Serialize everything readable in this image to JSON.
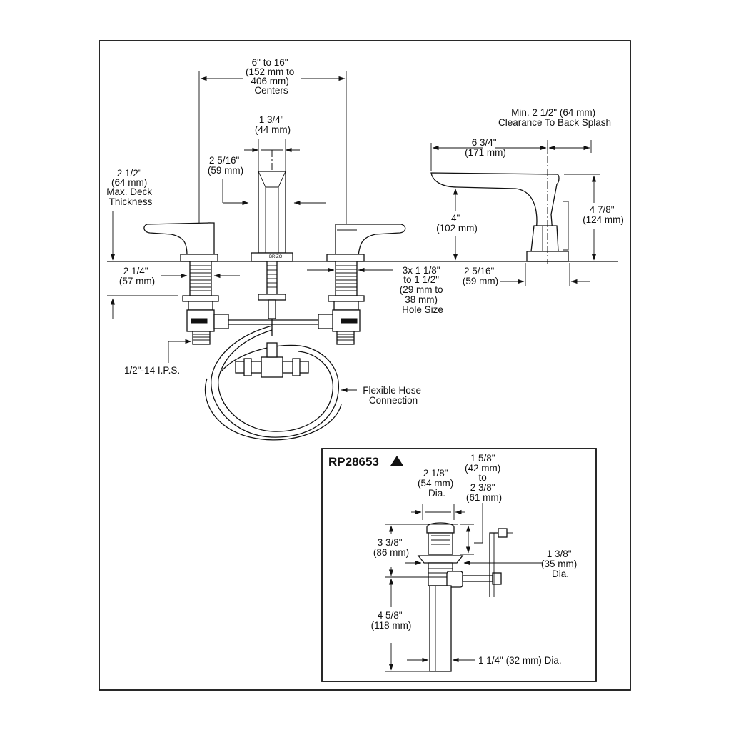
{
  "labels": {
    "centers": [
      "6\" to 16\"",
      "(152 mm to",
      "406 mm)",
      "Centers"
    ],
    "spout_width": [
      "1 3/4\"",
      "(44 mm)"
    ],
    "spout_depth": [
      "2 5/16\"",
      "(59 mm)"
    ],
    "deck_thickness": [
      "2 1/2\"",
      "(64 mm)",
      "Max. Deck",
      "Thickness"
    ],
    "shank_width": [
      "2 1/4\"",
      "(57 mm)"
    ],
    "hole_size": [
      "3x 1 1/8\"",
      "to 1 1/2\"",
      "(29 mm to",
      "38 mm)",
      "Hole Size"
    ],
    "base_depth": [
      "2 5/16\"",
      "(59 mm)"
    ],
    "back_splash": [
      "Min. 2 1/2\" (64 mm)",
      "Clearance To Back Splash"
    ],
    "spout_reach": [
      "6 3/4\"",
      "(171 mm)"
    ],
    "spout_outlet_height": [
      "4\"",
      "(102 mm)"
    ],
    "spout_height": [
      "4 7/8\"",
      "(124 mm)"
    ],
    "thread": "1/2\"-14 I.P.S.",
    "hose": [
      "Flexible Hose",
      "Connection"
    ]
  },
  "drain": {
    "model": "RP28653",
    "cap_dia": [
      "2 1/8\"",
      "(54 mm)",
      "Dia."
    ],
    "lift": [
      "1 5/8\"",
      "(42 mm)",
      "to",
      "2 3/8\"",
      "(61 mm)"
    ],
    "upper_height": [
      "3 3/8\"",
      "(86 mm)"
    ],
    "lower_height": [
      "4 5/8\"",
      "(118 mm)"
    ],
    "body_dia": [
      "1 3/8\"",
      "(35 mm)",
      "Dia."
    ],
    "tail_dia": "1 1/4\" (32 mm) Dia."
  }
}
